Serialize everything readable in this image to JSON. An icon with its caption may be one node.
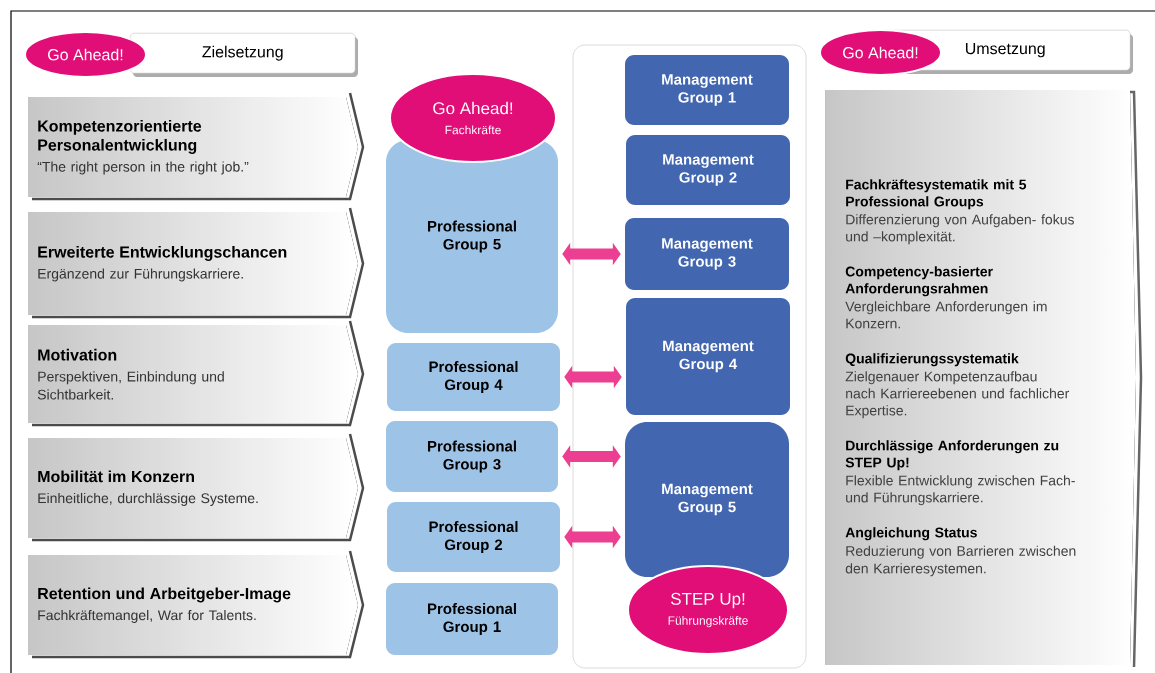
{
  "diagram": {
    "nodes": [
      {
        "text": [
          "Go Ahead!"
        ]
      },
      {
        "text": [
          "Zielsetzung"
        ]
      },
      {
        "text": [
          "Kompetenzorientierte Personalentwicklung",
          "“The right person in the right job.”"
        ]
      },
      {
        "text": [
          "Erweiterte Entwicklungschancen",
          "Ergänzend zur Führungskarriere."
        ]
      },
      {
        "text": [
          "Motivation",
          "Perspektiven, Einbindung und Sichtbarkeit."
        ]
      },
      {
        "text": [
          "Mobilität im Konzern",
          "Einheitliche, durchlässige Systeme."
        ]
      },
      {
        "text": [
          "Retention und Arbeitgeber-Image",
          "Fachkräftemangel, War for Talents."
        ]
      },
      {
        "text": [
          "Go Ahead!",
          "Fachkräfte"
        ]
      },
      {
        "text": [
          "Professional Group 5"
        ]
      },
      {
        "text": [
          "Professional Group 4"
        ]
      },
      {
        "text": [
          "Professional Group 3"
        ]
      },
      {
        "text": [
          "Professional Group 2"
        ]
      },
      {
        "text": [
          "Professional Group 1"
        ]
      },
      {
        "text": [],
        "shape": "box"
      },
      {
        "text": [
          "Management Group 1"
        ],
        "in": 13
      },
      {
        "text": [
          "Management Group 2"
        ],
        "in": 13
      },
      {
        "text": [
          "Management Group 3"
        ],
        "in": 13
      },
      {
        "text": [
          "Management Group 4"
        ],
        "in": 13
      },
      {
        "text": [
          "Management Group 5"
        ],
        "in": 13
      },
      {
        "text": [
          "STEP Up!",
          "Führungskräfte"
        ],
        "in": 13
      },
      {
        "text": [
          "Go Ahead!"
        ]
      },
      {
        "text": [
          "Umsetzung"
        ]
      },
      {
        "text": [
          "Fachkräftesystematik mit 5 Professional Groups",
          "Differenzierung von Aufgaben- fokus und –komplexität.",
          "Competency-basierter Anforderungsrahmen",
          "Vergleichbare Anforderungen im Konzern.",
          "Qualifizierungssystematik",
          "Zielgenauer Kompetenzaufbau nach Karriereebenen und fachlicher Expertise.",
          "Durchlässige Anforderungen zu STEP Up!",
          "Flexible Entwicklung zwischen Fach- und Führungskarriere.",
          "Angleichung Status",
          "Reduzierung von Barrieren zwischen den Karrieresystemen."
        ]
      }
    ],
    "edges": [
      {
        "from": 8,
        "to": 16,
        "arrow": "both"
      },
      {
        "from": 9,
        "to": 17,
        "arrow": "both"
      },
      {
        "from": 10,
        "to": 18,
        "arrow": "both"
      },
      {
        "from": 11,
        "to": 18,
        "arrow": "both"
      }
    ]
  }
}
